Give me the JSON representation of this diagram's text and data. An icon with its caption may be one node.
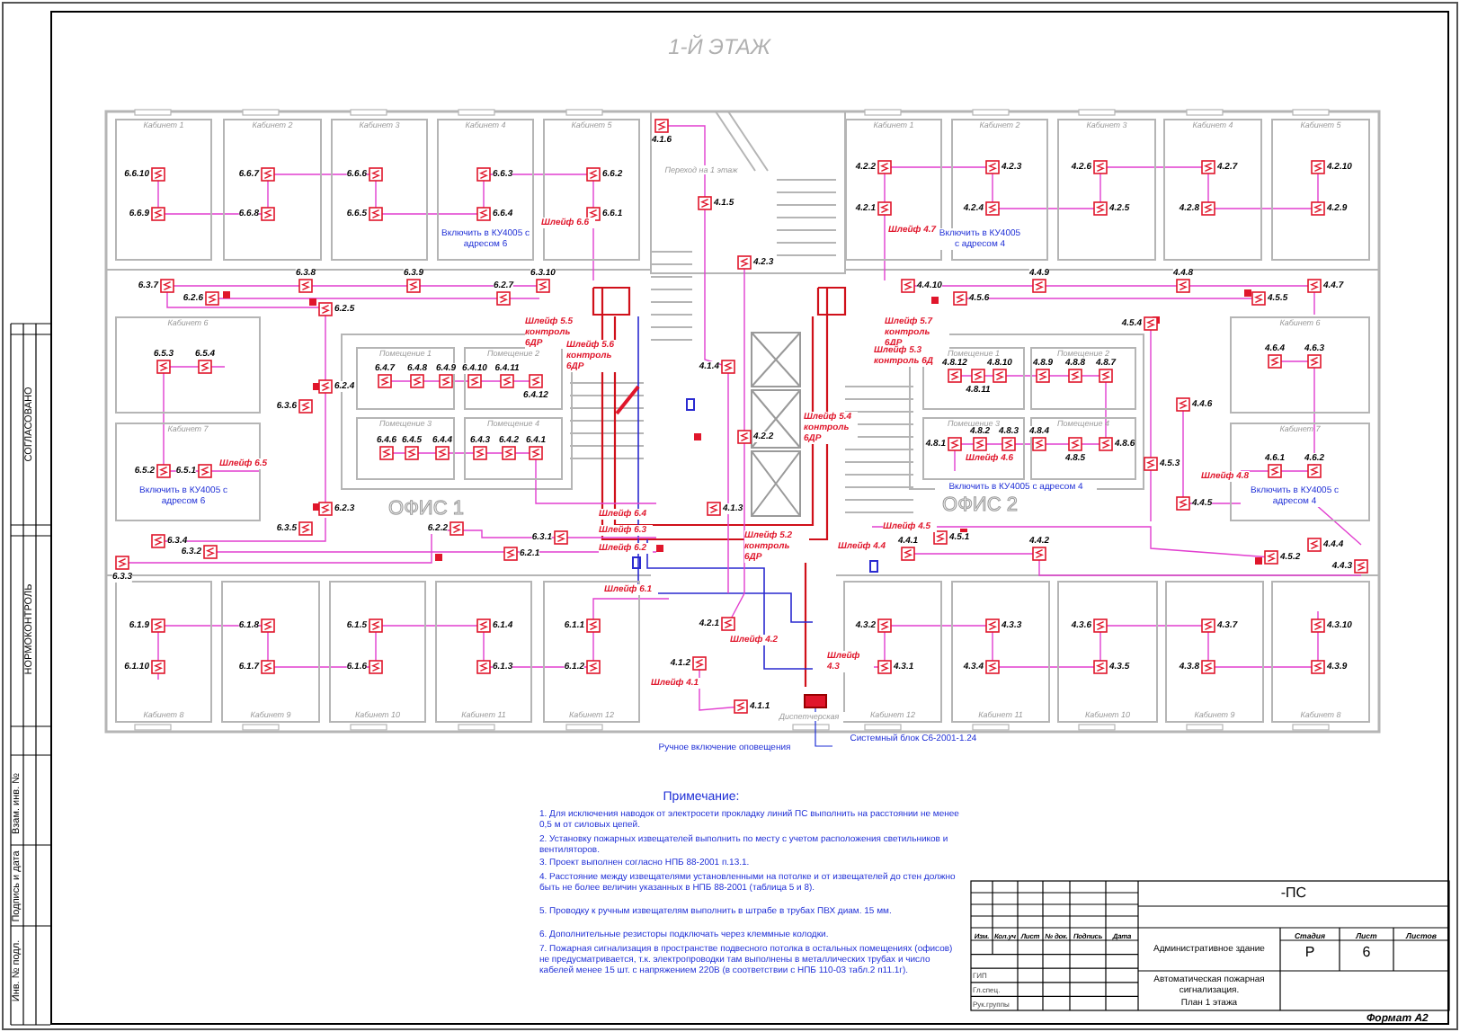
{
  "diagram": {
    "title": "1-Й ЭТАЖ",
    "nodes": [
      {
        "text": [
          "Кабинет 1"
        ]
      },
      {
        "text": [
          "Кабинет 2"
        ]
      },
      {
        "text": [
          "Кабинет 3"
        ]
      },
      {
        "text": [
          "Кабинет 4"
        ]
      },
      {
        "text": [
          "Кабинет 5"
        ]
      },
      {
        "text": [
          "Кабинет 1"
        ]
      },
      {
        "text": [
          "Кабинет 2"
        ]
      },
      {
        "text": [
          "Кабинет 3"
        ]
      },
      {
        "text": [
          "Кабинет 4"
        ]
      },
      {
        "text": [
          "Кабинет 5"
        ]
      },
      {
        "text": [
          "Кабинет 6"
        ]
      },
      {
        "text": [
          "Кабинет 7"
        ]
      },
      {
        "text": [
          "Помещение 1"
        ]
      },
      {
        "text": [
          "Помещение 2"
        ]
      },
      {
        "text": [
          "Помещение 3"
        ]
      },
      {
        "text": [
          "Помещение 4"
        ]
      },
      {
        "text": [
          "Помещение 1"
        ]
      },
      {
        "text": [
          "Помещение 2"
        ]
      },
      {
        "text": [
          "Помещение 3"
        ]
      },
      {
        "text": [
          "Помещение 4"
        ]
      },
      {
        "text": [
          "Кабинет 6"
        ]
      },
      {
        "text": [
          "Кабинет 7"
        ]
      },
      {
        "text": [
          "Кабинет 8"
        ]
      },
      {
        "text": [
          "Кабинет 9"
        ]
      },
      {
        "text": [
          "Кабинет 10"
        ]
      },
      {
        "text": [
          "Кабинет 11"
        ]
      },
      {
        "text": [
          "Кабинет 12"
        ]
      },
      {
        "text": [
          "Кабинет 12"
        ]
      },
      {
        "text": [
          "Кабинет 11"
        ]
      },
      {
        "text": [
          "Кабинет 10"
        ]
      },
      {
        "text": [
          "Кабинет 9"
        ]
      },
      {
        "text": [
          "Кабинет 8"
        ]
      },
      {
        "text": [],
        "shape": "box"
      },
      {
        "text": [
          "Системный блок С6-2001-1.24"
        ]
      }
    ],
    "edges": [
      {
        "from": 33,
        "to": 32,
        "arrow": "none"
      }
    ],
    "labels": [
      "6.6.10",
      "6.6.9",
      "6.6.7",
      "6.6.8",
      "6.6.6",
      "6.6.5",
      "6.6.3",
      "6.6.4",
      "6.6.2",
      "6.6.1",
      "6.3.7",
      "6.3.8",
      "6.3.9",
      "6.3.10",
      "6.2.6",
      "6.2.7",
      "6.2.5",
      "6.5.3",
      "6.5.4",
      "6.4.7",
      "6.4.8",
      "6.4.9",
      "6.4.10",
      "6.4.11",
      "6.4.12",
      "6.2.4",
      "4.1.6",
      "4.1.5",
      "4.2.3",
      "4.1.4",
      "4.2.2",
      "4.2.1",
      "4.2.3",
      "4.2.4",
      "4.2.6",
      "4.2.5",
      "4.2.7",
      "4.2.8",
      "4.2.10",
      "4.2.9",
      "4.4.10",
      "4.4.9",
      "4.4.8",
      "4.4.7",
      "4.5.6",
      "4.5.5",
      "4.5.4",
      "4.6.4",
      "4.6.3",
      "4.8.12",
      "4.8.10",
      "4.8.11",
      "4.8.9",
      "4.8.8",
      "4.8.7",
      "4.4.6",
      "4.2.2",
      "4.8.1",
      "4.8.2",
      "4.8.3",
      "4.8.4",
      "4.8.5",
      "4.8.6",
      "6.4.6",
      "6.4.5",
      "6.4.4",
      "6.4.3",
      "6.4.2",
      "6.4.1",
      "4.5.3",
      "4.6.1",
      "4.6.2",
      "6.5.2",
      "6.5.1",
      "4.4.5",
      "6.2.3",
      "4.1.3",
      "6.3.5",
      "6.2.2",
      "6.3.1",
      "4.5.1",
      "6.3.4",
      "4.4.4",
      "6.3.2",
      "6.2.1",
      "4.4.1",
      "4.4.2",
      "4.5.2",
      "6.3.3",
      "4.4.3",
      "6.3.6",
      "6.1.9",
      "6.1.10",
      "6.1.8",
      "6.1.7",
      "6.1.5",
      "6.1.6",
      "6.1.4",
      "6.1.3",
      "6.1.1",
      "6.1.2",
      "4.3.2",
      "4.3.1",
      "4.3.3",
      "4.3.4",
      "4.3.6",
      "4.3.5",
      "4.3.7",
      "4.3.8",
      "4.3.10",
      "4.3.9",
      "4.2.1",
      "4.1.2",
      "4.1.1",
      "Переход на 1 этаж",
      "ОФИС 1",
      "ОФИС 2",
      "Диспетчерская",
      "Шлейф 6.6",
      "Шлейф 5.5 контроль 6ДР",
      "Шлейф 5.6 контроль 6ДР",
      "Шлейф 6.5",
      "Шлейф 6.4",
      "Шлейф 6.3",
      "Шлейф 6.2",
      "Шлейф 6.1",
      "Шлейф 4.7",
      "Шлейф 5.7 контроль 6ДР",
      "Шлейф 5.3 контроль 6Д",
      "Шлейф 5.4 контроль 6ДР",
      "Шлейф 5.2 контроль 6ДР",
      "Шлейф 4.6",
      "Шлейф 4.5",
      "Шлейф 4.4",
      "Шлейф 4.3",
      "Шлейф 4.2",
      "Шлейф 4.1",
      "Шлейф 4.8",
      "Включить в КУ4005 с адресом 6",
      "Включить в КУ4005 с адресом 4",
      "Включить в КУ4005 с адресом 4",
      "Включить в КУ4005 с адресом 6",
      "Включить в КУ4005 с адресом 4",
      "Ручное включение оповещения",
      "Примечание:",
      "1. Для исключения наводок от электросети прокладку линий ПС выполнить на расстоянии не менее 0,5 м от силовых цепей.",
      "2. Установку пожарных извещателей выполнить по месту с учетом расположения светильников и вентиляторов.",
      "3. Проект выполнен согласно НПБ 88-2001 п.13.1.",
      "4. Расстояние между извещателями установленными на потолке и от извещателей до стен должно быть не более величин указанных в НПБ 88-2001 (таблица 5 и 8).",
      "5. Проводку к ручным извещателям выполнить в штрабе в трубах ПВХ диам. 15 мм.",
      "6. Дополнительные резисторы подключать через клеммные колодки.",
      "7. Пожарная сигнализация в пространстве подвесного потолка в остальных помещениях (офисов) не предусматривается, т.к. электропроводки там выполнены в металлических трубах и число кабелей менее 15 шт. с напряжением 220В (в соответствии с НПБ 110-03 табл.2 п11.1г).",
      "Изм.",
      "Кол.уч",
      "Лист",
      "№ док.",
      "Подпись",
      "Дата",
      "ГИП",
      "Гл.спец.",
      "Рук.группы",
      "-ПС",
      "Административное здание",
      "Стадия",
      "Лист",
      "Листов",
      "Р",
      "6",
      "Автоматическая пожарная сигнализация.",
      "План 1 этажа",
      "Формат A2",
      "СОГЛАСОВАНО",
      "НОРМОКОНТРОЛЬ",
      "Взам. инв. №",
      "Подпись и дата",
      "Инв. № подл."
    ]
  }
}
